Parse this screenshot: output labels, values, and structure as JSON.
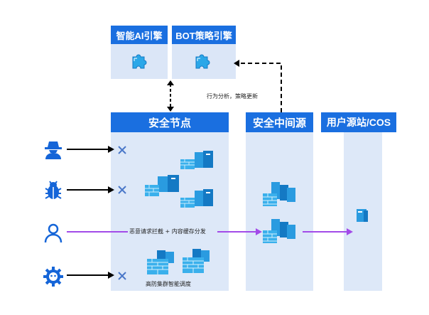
{
  "engines": {
    "ai_engine": "智能AI引擎",
    "bot_engine": "BOT策略引擎"
  },
  "columns": {
    "security_node": "安全节点",
    "security_origin": "安全中间源",
    "user_origin": "用户源站/COS"
  },
  "labels": {
    "behavior_analysis": "行为分析，策略更新",
    "malicious_intercept": "恶意请求拦截 + 内容缓存分发",
    "cluster_scheduling": "高防集群智能调度"
  },
  "icons": {
    "hacker": "hacker-icon",
    "bug": "bug-icon",
    "user": "user-icon",
    "bot": "bot-gear-icon",
    "blocked": "x-icon",
    "puzzle": "puzzle-icon",
    "server": "server-icon",
    "firewall": "firewall-icon"
  },
  "colors": {
    "header_blue": "#1a6fe0",
    "panel_bg": "#dde8f8",
    "engine_bg": "#dbe6f7",
    "icon_blue": "#1565d8",
    "flow_purple": "#a24be8",
    "block_x": "#4a78c9"
  }
}
